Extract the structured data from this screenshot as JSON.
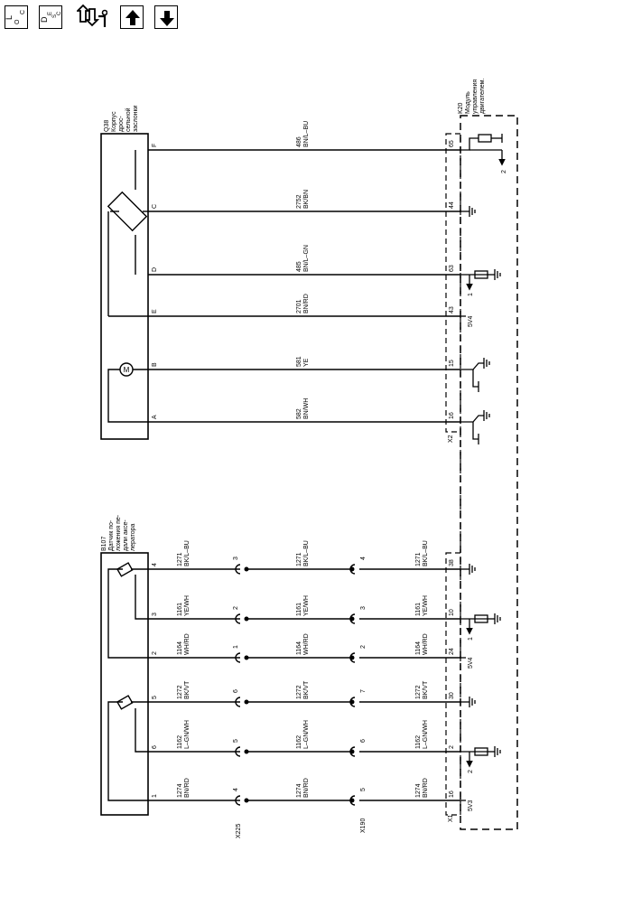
{
  "toolbar": {
    "loc_main": "L",
    "loc_sub": "O",
    "loc_sup": "C",
    "desc_main": "D",
    "desc_sub": "E",
    "desc_sup": "S",
    "desc_sub2": "C"
  },
  "components": {
    "q38": [
      "Q38",
      "Корпус",
      "дрос-",
      "сельной",
      "заслонки"
    ],
    "b107": [
      "B107",
      "Датчик по-",
      "ложения пе-",
      "дали аксе-",
      "лератора"
    ],
    "k20": [
      "K20",
      "Модуль",
      "управления",
      "двигателем."
    ]
  },
  "connectors": {
    "x225": "X225",
    "x190": "X190",
    "x1": "X1",
    "x2": "X2"
  },
  "q38_circuits": [
    {
      "pin": "F",
      "ecm": "65",
      "num": "486",
      "color": "BN/L–BU"
    },
    {
      "pin": "C",
      "ecm": "44",
      "num": "2752",
      "color": "BK/BN"
    },
    {
      "pin": "D",
      "ecm": "63",
      "num": "485",
      "color": "BN/L–GN"
    },
    {
      "pin": "E",
      "ecm": "43",
      "num": "2701",
      "color": "BN/RD"
    },
    {
      "pin": "B",
      "ecm": "15",
      "num": "581",
      "color": "YE"
    },
    {
      "pin": "A",
      "ecm": "16",
      "num": "582",
      "color": "BN/WH"
    }
  ],
  "b107_circuits": [
    {
      "pin": "4",
      "x225": "3",
      "x190": "4",
      "ecm": "38",
      "num": "1271",
      "color": "BK/L–BU"
    },
    {
      "pin": "3",
      "x225": "2",
      "x190": "3",
      "ecm": "10",
      "num": "1161",
      "color": "YE/WH"
    },
    {
      "pin": "2",
      "x225": "1",
      "x190": "2",
      "ecm": "24",
      "num": "1164",
      "color": "WH/RD"
    },
    {
      "pin": "5",
      "x225": "6",
      "x190": "7",
      "ecm": "30",
      "num": "1272",
      "color": "BK/VT"
    },
    {
      "pin": "6",
      "x225": "5",
      "x190": "6",
      "ecm": "2",
      "num": "1162",
      "color": "L–GN/WH"
    },
    {
      "pin": "1",
      "x225": "4",
      "x190": "5",
      "ecm": "16",
      "num": "1274",
      "color": "BN/RD"
    }
  ],
  "ecm_labels": {
    "ref_2_top": "2",
    "ref_1_q38": "1",
    "v5_4_q38": "5V4",
    "ref_1_b107": "1",
    "v5_4_b107": "5V4",
    "ref_2_b107": "2",
    "v5_3": "5V3"
  }
}
